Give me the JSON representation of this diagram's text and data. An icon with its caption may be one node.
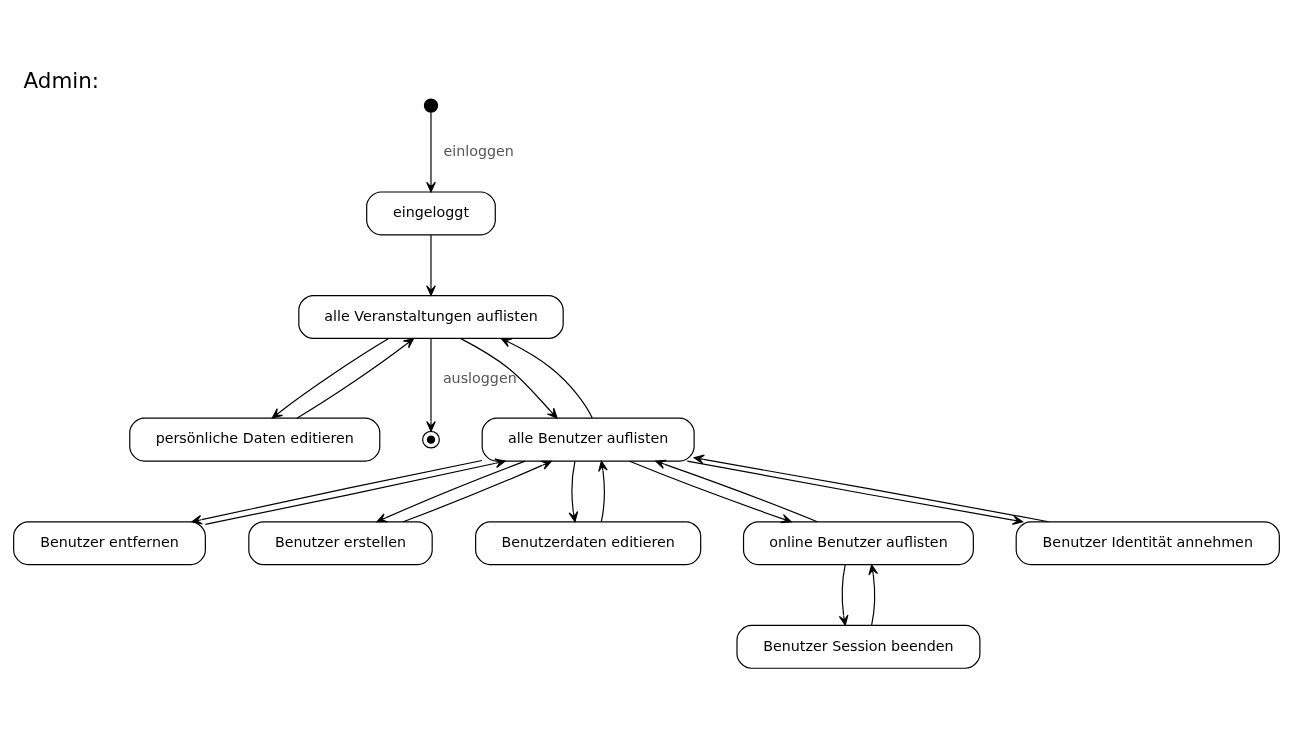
{
  "diagram": {
    "title": "Admin:",
    "nodes": [
      {
        "text": [],
        "shape": "circle"
      },
      {
        "text": [
          "eingeloggt"
        ]
      },
      {
        "text": [
          "alle Veranstaltungen auflisten"
        ]
      },
      {
        "text": [
          "persönliche Daten editieren"
        ]
      },
      {
        "text": [],
        "shape": "circle"
      },
      {
        "text": [
          "alle Benutzer auflisten"
        ]
      },
      {
        "text": [
          "Benutzer entfernen"
        ]
      },
      {
        "text": [
          "Benutzer erstellen"
        ]
      },
      {
        "text": [
          "Benutzerdaten editieren"
        ]
      },
      {
        "text": [
          "online Benutzer auflisten"
        ]
      },
      {
        "text": [
          "Benutzer Identität annehmen"
        ]
      },
      {
        "text": [
          "Benutzer Session beenden"
        ]
      }
    ],
    "edges": [
      {
        "from": 0,
        "to": 1,
        "arrow": "to",
        "label": "einloggen"
      },
      {
        "from": 1,
        "to": 2,
        "arrow": "to"
      },
      {
        "from": 2,
        "to": 3,
        "arrow": "to"
      },
      {
        "from": 3,
        "to": 2,
        "arrow": "to"
      },
      {
        "from": 2,
        "to": 4,
        "arrow": "to",
        "label": "ausloggen"
      },
      {
        "from": 2,
        "to": 5,
        "arrow": "to"
      },
      {
        "from": 5,
        "to": 2,
        "arrow": "to"
      },
      {
        "from": 5,
        "to": 6,
        "arrow": "to"
      },
      {
        "from": 6,
        "to": 5,
        "arrow": "to"
      },
      {
        "from": 5,
        "to": 7,
        "arrow": "to"
      },
      {
        "from": 7,
        "to": 5,
        "arrow": "to"
      },
      {
        "from": 8,
        "to": 5,
        "arrow": "to"
      },
      {
        "from": 5,
        "to": 8,
        "arrow": "to"
      },
      {
        "from": 5,
        "to": 9,
        "arrow": "to"
      },
      {
        "from": 9,
        "to": 5,
        "arrow": "to"
      },
      {
        "from": 5,
        "to": 10,
        "arrow": "to"
      },
      {
        "from": 10,
        "to": 5,
        "arrow": "to"
      },
      {
        "from": 9,
        "to": 11,
        "arrow": "to"
      },
      {
        "from": 11,
        "to": 9,
        "arrow": "to"
      }
    ]
  }
}
